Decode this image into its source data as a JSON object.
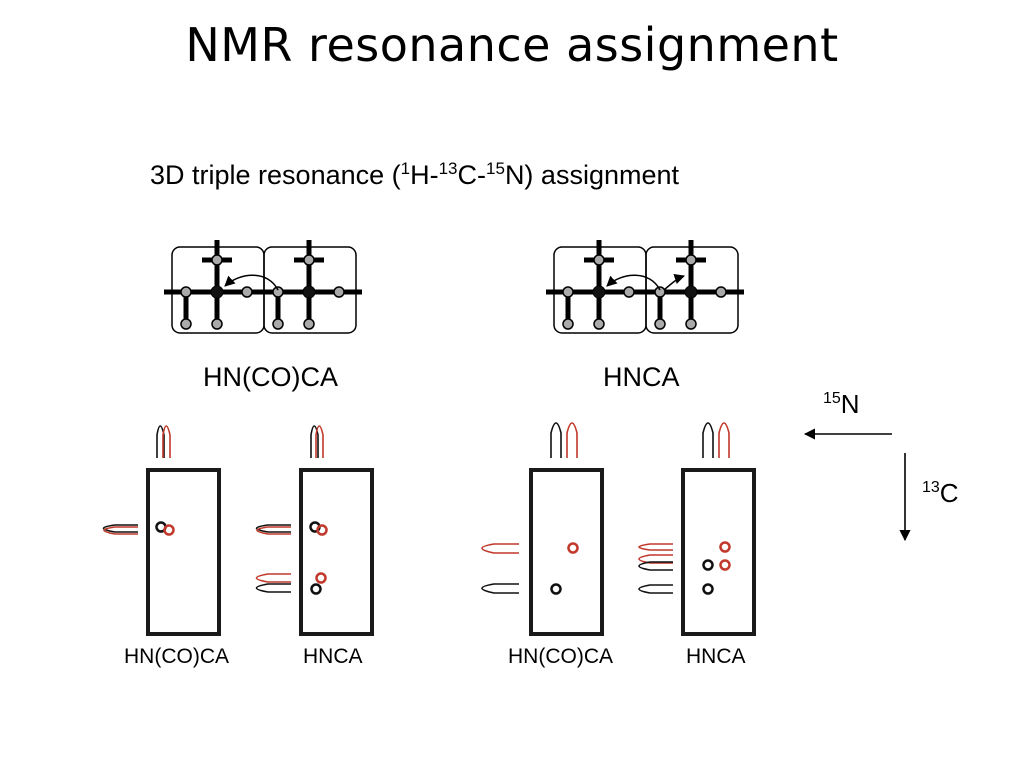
{
  "slide": {
    "title": "NMR resonance assignment"
  },
  "subtitle": {
    "prefix": "3D triple resonance (",
    "sup1": "1",
    "h": "H-",
    "sup2": "13",
    "c": "C-",
    "sup3": "15",
    "suffix": "N) assignment"
  },
  "experiments": [
    {
      "label": "HN(CO)CA"
    },
    {
      "label": "HNCA"
    }
  ],
  "spectra": [
    {
      "label": "HN(CO)CA"
    },
    {
      "label": "HNCA"
    },
    {
      "label": "HN(CO)CA"
    },
    {
      "label": "HNCA"
    }
  ],
  "axes": {
    "n_sup": "15",
    "n_label": "N",
    "c_sup": "13",
    "c_label": "C"
  },
  "colors": {
    "black_peak": "#111111",
    "red_peak": "#c0392b",
    "atom_gray": "#aaaaaa",
    "bond": "#000000"
  }
}
